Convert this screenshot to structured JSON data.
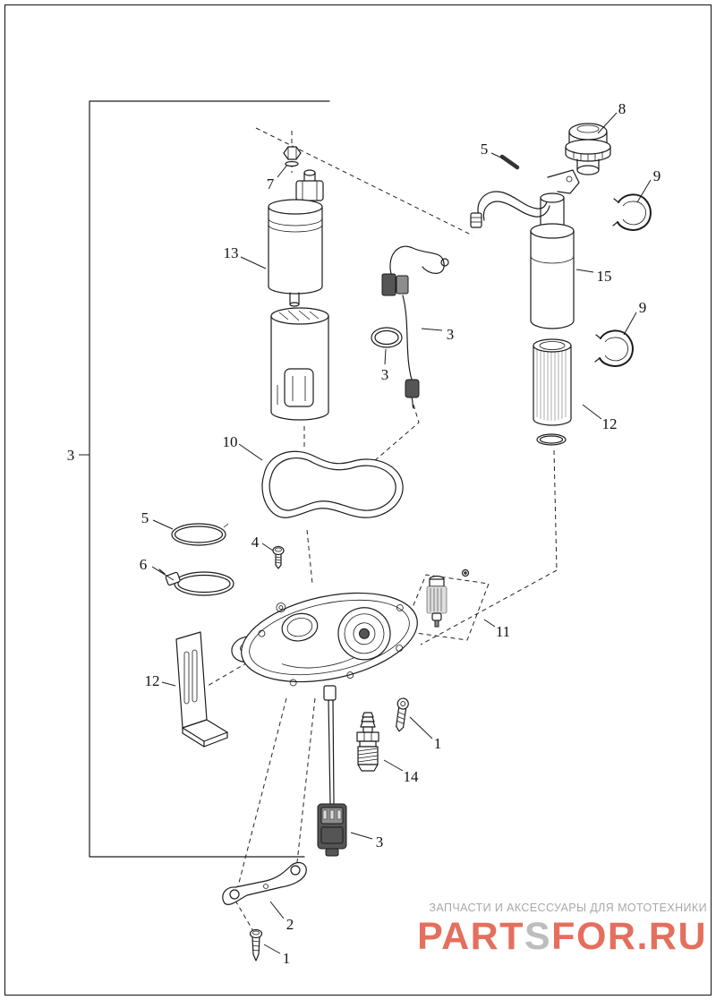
{
  "figure": {
    "callouts": [
      {
        "id": "cap",
        "label": "8"
      },
      {
        "id": "pin-top",
        "label": "5"
      },
      {
        "id": "clamp-upper",
        "label": "9"
      },
      {
        "id": "nut",
        "label": "7"
      },
      {
        "id": "pump",
        "label": "13"
      },
      {
        "id": "canister",
        "label": "15"
      },
      {
        "id": "harness",
        "label": "3"
      },
      {
        "id": "clamp-lower",
        "label": "9"
      },
      {
        "id": "oring-small",
        "label": "3"
      },
      {
        "id": "filter",
        "label": "12"
      },
      {
        "id": "assembly",
        "label": "3"
      },
      {
        "id": "gasket",
        "label": "10"
      },
      {
        "id": "oring-left",
        "label": "5"
      },
      {
        "id": "clamp-ring",
        "label": "6"
      },
      {
        "id": "screw-small",
        "label": "4"
      },
      {
        "id": "sensor",
        "label": "11"
      },
      {
        "id": "bracket-left",
        "label": "12"
      },
      {
        "id": "screw-right",
        "label": "1"
      },
      {
        "id": "fitting",
        "label": "14"
      },
      {
        "id": "connector",
        "label": "3"
      },
      {
        "id": "bracket-bottom",
        "label": "2"
      },
      {
        "id": "screw-bottom",
        "label": "1"
      }
    ]
  },
  "watermark": {
    "tagline": "ЗАПЧАСТИ И АКСЕССУАРЫ ДЛЯ МОТОТЕХНИКИ",
    "logo_part1": "PART",
    "logo_part2": "S",
    "logo_part3": "FOR.RU"
  }
}
